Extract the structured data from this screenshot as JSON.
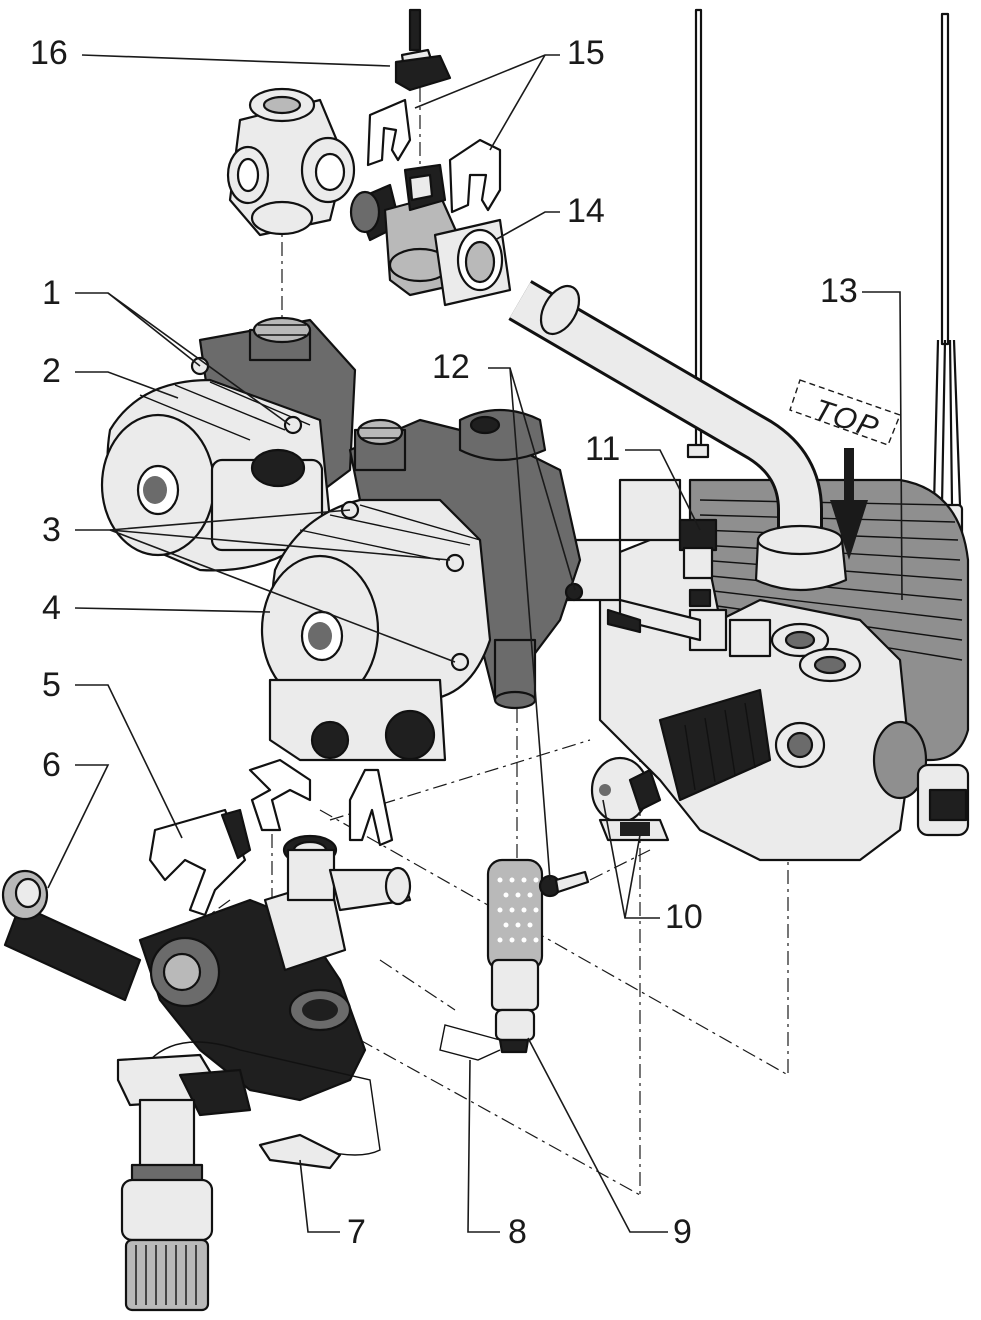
{
  "labels": {
    "l1": "1",
    "l2": "2",
    "l3": "3",
    "l4": "4",
    "l5": "5",
    "l6": "6",
    "l7": "7",
    "l8": "8",
    "l9": "9",
    "l10": "10",
    "l11": "11",
    "l12": "12",
    "l13": "13",
    "l14": "14",
    "l15": "15",
    "l16": "16"
  },
  "top_marker": "TOP",
  "colors": {
    "light_part": "#ebebeb",
    "mid_part": "#b9b9b9",
    "dark_part": "#6b6b6b",
    "black_part": "#1f1f1f",
    "outline": "#111111"
  }
}
